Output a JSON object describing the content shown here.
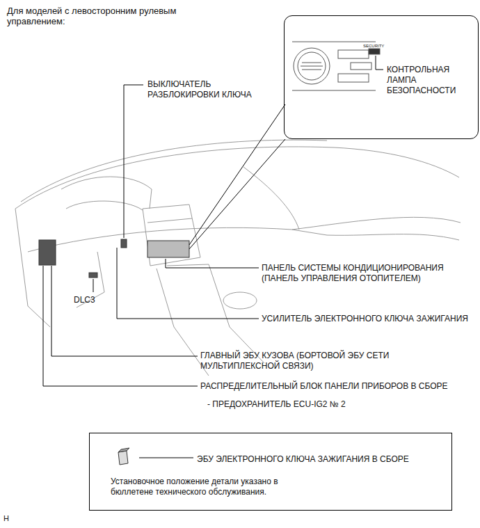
{
  "diagram": {
    "title": "Для моделей с левосторонним рулевым управлением:",
    "nodes": [
      {
        "text": [
          "КОНТРОЛЬНАЯ ЛАМПА БЕЗОПАСНОСТИ"
        ]
      },
      {
        "text": [
          "ЭБУ ЭЛЕКТРОННОГО КЛЮЧА ЗАЖИГАНИЯ В СБОРЕ",
          "Установочное положение детали указано в бюллетене технического обслуживания."
        ]
      }
    ],
    "labels": [
      "SECURITY",
      "ВЫКЛЮЧАТЕЛЬ РАЗБЛОКИРОВКИ КЛЮЧА",
      "ПАНЕЛЬ СИСТЕМЫ КОНДИЦИОНИРОВАНИЯ (ПАНЕЛЬ УПРАВЛЕНИЯ ОТОПИТЕЛЕМ)",
      "DLC3",
      "УСИЛИТЕЛЬ ЭЛЕКТРОННОГО КЛЮЧА ЗАЖИГАНИЯ",
      "ГЛАВНЫЙ ЭБУ КУЗОВА (БОРТОВОЙ ЭБУ СЕТИ МУЛЬТИПЛЕКСНОЙ СВЯЗИ)",
      "РАСПРЕДЕЛИТЕЛЬНЫЙ БЛОК ПАНЕЛИ ПРИБОРОВ В СБОРЕ",
      "- ПРЕДОХРАНИТЕЛЬ ECU-IG2 № 2",
      "H"
    ]
  }
}
